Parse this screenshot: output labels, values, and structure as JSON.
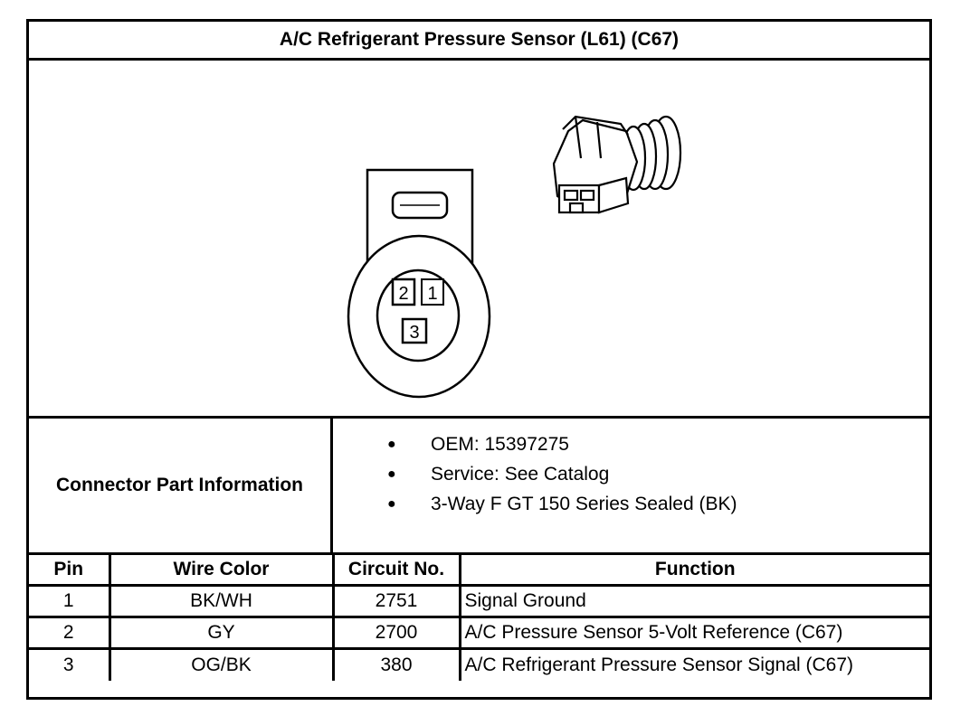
{
  "title": "A/C Refrigerant Pressure Sensor (L61) (C67)",
  "connector_face": {
    "cavities": [
      "2",
      "1",
      "3"
    ]
  },
  "connector_info": {
    "label": "Connector Part Information",
    "items": [
      "OEM: 15397275",
      "Service: See Catalog",
      "3-Way F GT 150 Series Sealed (BK)"
    ]
  },
  "pin_table": {
    "headers": [
      "Pin",
      "Wire Color",
      "Circuit No.",
      "Function"
    ],
    "rows": [
      {
        "pin": "1",
        "wire_color": "BK/WH",
        "circuit": "2751",
        "function": "Signal Ground"
      },
      {
        "pin": "2",
        "wire_color": "GY",
        "circuit": "2700",
        "function": "A/C Pressure Sensor 5-Volt Reference (C67)"
      },
      {
        "pin": "3",
        "wire_color": "OG/BK",
        "circuit": "380",
        "function": "A/C Refrigerant Pressure Sensor Signal (C67)"
      }
    ]
  }
}
